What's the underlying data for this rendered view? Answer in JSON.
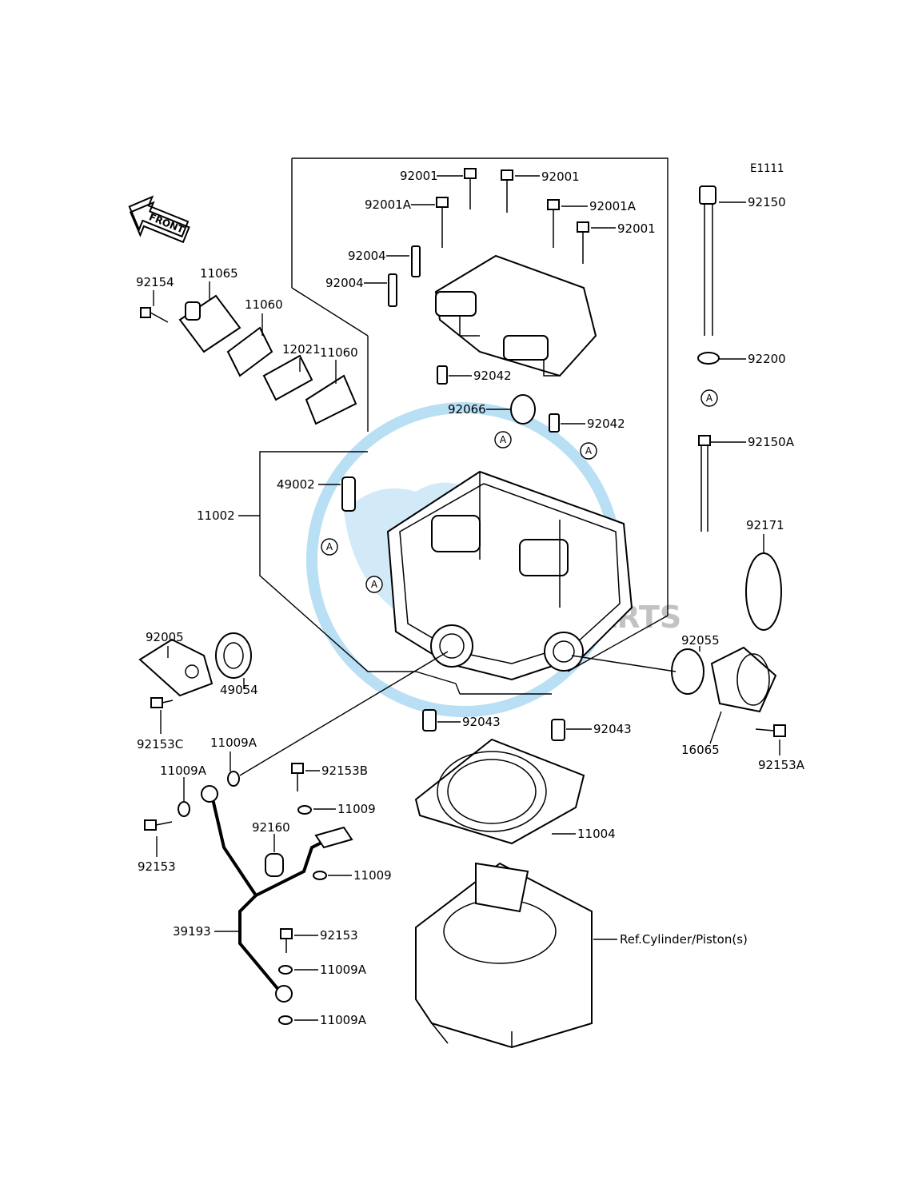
{
  "diagram_code": "E1111",
  "front_badge": "FRONT",
  "ref_circle": "A",
  "watermark": "MOTORPARTS",
  "labels": {
    "p92001_a": "92001",
    "p92001_b": "92001",
    "p92001A_a": "92001A",
    "p92001A_b": "92001A",
    "p92001_c": "92001",
    "p92004_a": "92004",
    "p92004_b": "92004",
    "p92042_a": "92042",
    "p92066": "92066",
    "p92042_b": "92042",
    "p92150": "92150",
    "p92200": "92200",
    "p92150A": "92150A",
    "p92154": "92154",
    "p11065": "11065",
    "p11060_a": "11060",
    "p12021": "12021",
    "p11060_b": "11060",
    "p49002": "49002",
    "p11002": "11002",
    "p92171": "92171",
    "p92005": "92005",
    "p49054": "49054",
    "p92055": "92055",
    "p92153C": "92153C",
    "p11009A_a": "11009A",
    "p11009A_b": "11009A",
    "p92153B": "92153B",
    "p92043_a": "92043",
    "p92043_b": "92043",
    "p16065": "16065",
    "p92153A": "92153A",
    "p11009_a": "11009",
    "p92160": "92160",
    "p92153_a": "92153",
    "p11004": "11004",
    "p11009_b": "11009",
    "p39193": "39193",
    "p92153_b": "92153",
    "p11009A_c": "11009A",
    "p11009A_d": "11009A",
    "ref_cylinder": "Ref.Cylinder/Piston(s)"
  }
}
